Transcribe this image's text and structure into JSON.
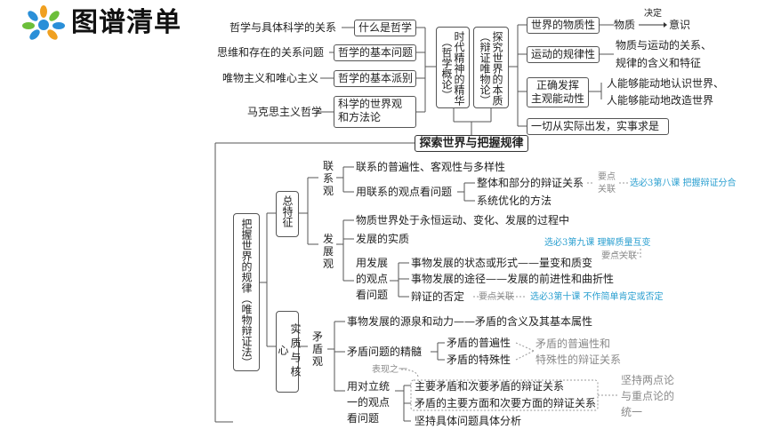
{
  "header": {
    "title": "图谱清单"
  },
  "top_left": {
    "r1_desc": "哲学与具体科学的关系",
    "r1_box": "什么是哲学",
    "r2_desc": "思维和存在的关系问题",
    "r2_box": "哲学的基本问题",
    "r3_desc": "唯物主义和唯心主义",
    "r3_box": "哲学的基本派别",
    "r4_desc": "马克思主义哲学",
    "r4_box_a": "科学的世界观",
    "r4_box_b": "和方法论"
  },
  "center_boxes": {
    "era": "时代精神的精华（哲学概论）",
    "explore": "探究世界的本质（辩证唯物论）"
  },
  "top_right": {
    "r1_box": "世界的物质性",
    "r1_a": "物质",
    "r1_mark": "决定",
    "r1_b": "意识",
    "r2_box": "运动的规律性",
    "r2_a": "物质与运动的关系、",
    "r2_b": "规律的含义和特征",
    "r3_box_a": "正确发挥",
    "r3_box_b": "主观能动性",
    "r3_a": "人能够能动地认识世界、",
    "r3_b": "人能够能动地改造世界",
    "r4_box": "一切从实际出发，实事求是"
  },
  "root": "探索世界与把握规律",
  "left_vertical": "把握世界的规律（唯物辩证法）",
  "general": {
    "label": "总特征",
    "link": {
      "label": "联系观",
      "i1": "联系的普遍性、客观性与多样性",
      "i2": "用联系的观点看问题",
      "i2a": "整体和部分的辩证关系",
      "i2b": "系统优化的方法",
      "key_a": "要点",
      "key_b": "关联",
      "ref": "选必3第八课 把握辩证分合"
    },
    "dev": {
      "label": "发展观",
      "i1": "物质世界处于永恒运动、变化、发展的过程中",
      "i2": "发展的实质",
      "view_a": "用发展",
      "view_b": "的观点",
      "view_c": "看问题",
      "v1": "事物发展的状态或形式——量变和质变",
      "v2": "事物发展的途径——发展的前进性和曲折性",
      "v3": "辩证的否定",
      "key1": "要点关联",
      "ref1": "选必3第九课 理解质量互变",
      "key2": "要点关联",
      "ref2": "选必3第十课 不作简单肯定或否定"
    }
  },
  "core": {
    "label": "实质与核心",
    "contra": "矛盾观",
    "i1": "事物发展的源泉和动力——矛盾的含义及其基本属性",
    "i2": "矛盾问题的精髓",
    "i2a": "矛盾的普遍性",
    "i2b": "矛盾的特殊性",
    "i2_note_a": "矛盾的普遍性和",
    "i2_note_b": "特殊性的辩证关系",
    "show": "表现之一",
    "unity_a": "用对立统",
    "unity_b": "一的观点",
    "unity_c": "看问题",
    "u1": "主要矛盾和次要矛盾的辩证关系",
    "u2": "矛盾的主要方面和次要方面的辩证关系",
    "u3": "坚持具体问题具体分析",
    "u_note_a": "坚持两点论",
    "u_note_b": "与重点论的",
    "u_note_c": "统一"
  },
  "colors": {
    "accent_blue": "#2a9fd0",
    "note_gray": "#8a8a8a",
    "logo_blue": "#2a8fd8",
    "logo_orange": "#f0a020",
    "logo_green": "#6cbf3a"
  }
}
